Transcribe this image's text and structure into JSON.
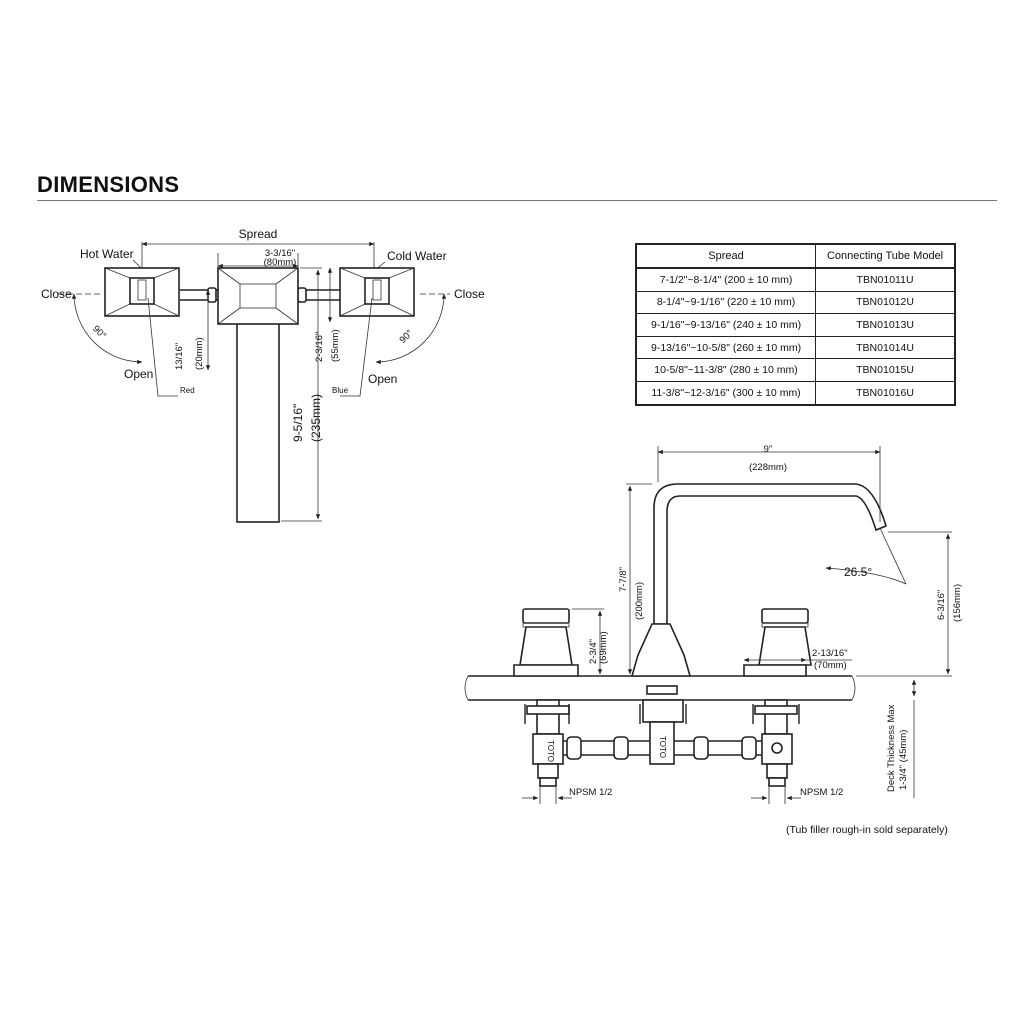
{
  "title": "DIMENSIONS",
  "top_view": {
    "spread": "Spread",
    "hot_water": "Hot Water",
    "cold_water": "Cold Water",
    "close_left": "Close",
    "close_right": "Close",
    "open_left": "Open",
    "open_right": "Open",
    "angle_left": "90°",
    "angle_right": "90°",
    "red": "Red",
    "blue": "Blue",
    "spout_width_in": "3-3/16\"",
    "spout_width_mm": "(80mm)",
    "handle_offset_in": "13/16\"",
    "handle_offset_mm": "(20mm)",
    "spout_offset_in": "2-3/16\"",
    "spout_offset_mm": "(55mm)",
    "spout_length_in": "9-5/16\"",
    "spout_length_mm": "(235mm)"
  },
  "table": {
    "headers": [
      "Spread",
      "Connecting Tube Model"
    ],
    "rows": [
      [
        "7-1/2\"~8-1/4\" (200 ± 10 mm)",
        "TBN01011U"
      ],
      [
        "8-1/4\"~9-1/16\" (220 ± 10 mm)",
        "TBN01012U"
      ],
      [
        "9-1/16\"~9-13/16\" (240 ± 10 mm)",
        "TBN01013U"
      ],
      [
        "9-13/16\"~10-5/8\" (260 ± 10 mm)",
        "TBN01014U"
      ],
      [
        "10-5/8\"~11-3/8\" (280 ± 10 mm)",
        "TBN01015U"
      ],
      [
        "11-3/8\"~12-3/16\" (300 ± 10 mm)",
        "TBN01016U"
      ]
    ]
  },
  "side_view": {
    "reach_in": "9\"",
    "reach_mm": "(228mm)",
    "spout_height_in": "7-7/8\"",
    "spout_height_mm": "(200mm)",
    "angle": "26.5°",
    "outlet_height_in": "6-3/16\"",
    "outlet_height_mm": "(156mm)",
    "handle_height_in": "2-3/4\"",
    "handle_height_mm": "(69mm)",
    "base_dia_in": "2-13/16\"",
    "base_dia_mm": "(70mm)",
    "deck_label": "Deck Thickness Max",
    "deck_value": "1-3/4\" (45mm)",
    "npsm_left": "NPSM 1/2",
    "npsm_right": "NPSM 1/2",
    "brand_left": "TOTO",
    "brand_center": "TOTO"
  },
  "footnote": "(Tub filler rough-in sold separately)"
}
